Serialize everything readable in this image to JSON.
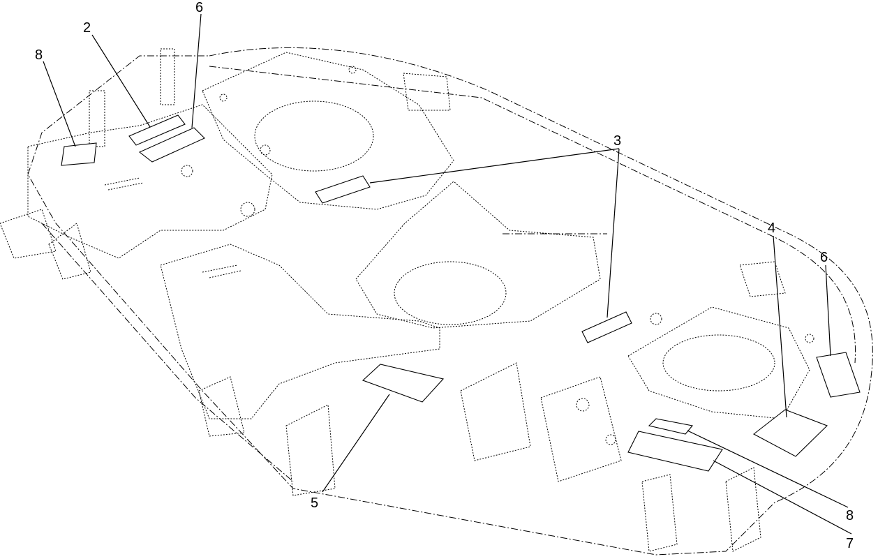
{
  "figure": {
    "callouts": [
      {
        "id": "c2",
        "label": "2"
      },
      {
        "id": "c3",
        "label": "3"
      },
      {
        "id": "c4",
        "label": "4"
      },
      {
        "id": "c5",
        "label": "5"
      },
      {
        "id": "c6a",
        "label": "6"
      },
      {
        "id": "c6b",
        "label": "6"
      },
      {
        "id": "c7",
        "label": "7"
      },
      {
        "id": "c8a",
        "label": "8"
      },
      {
        "id": "c8b",
        "label": "8"
      }
    ]
  }
}
